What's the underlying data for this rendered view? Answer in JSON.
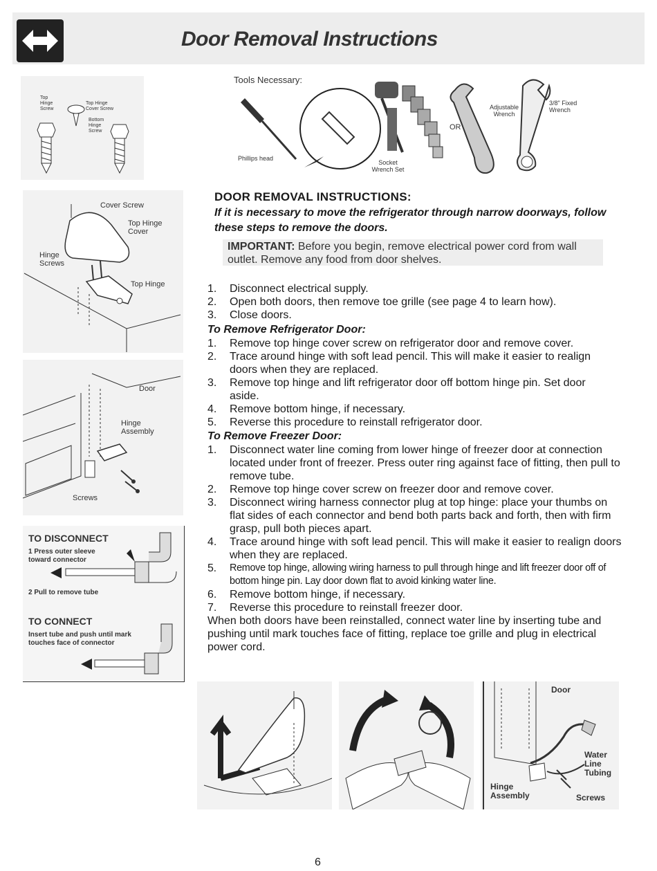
{
  "header": {
    "title": "Door Removal Instructions"
  },
  "icons": {
    "header_logo": "double-arrow-icon"
  },
  "hardware_figure": {
    "top_hinge_screw": "Top Hinge Screw",
    "top_hinge_cover_screw": "Top Hinge Cover Screw",
    "bottom_hinge_screw": "Bottom Hinge Screw"
  },
  "tools": {
    "heading": "Tools Necessary:",
    "phillips": "Phillips head",
    "socket": "Socket Wrench Set",
    "or": "OR",
    "adjustable": "Adjustable Wrench",
    "fixed": "3/8\" Fixed Wrench"
  },
  "hinge_figure": {
    "cover_screw": "Cover Screw",
    "top_hinge_cover": "Top Hinge Cover",
    "hinge_screws": "Hinge Screws",
    "top_hinge": "Top Hinge"
  },
  "bottom_hinge_figure": {
    "door": "Door",
    "hinge_assembly": "Hinge Assembly",
    "screws": "Screws"
  },
  "connect_panel": {
    "disconnect_title": "TO DISCONNECT",
    "step1": "1 Press outer sleeve toward connector",
    "step2": "2 Pull to remove tube",
    "connect_title": "TO CONNECT",
    "connect_text": "Insert tube and push until mark touches face of connector"
  },
  "main": {
    "heading": "DOOR REMOVAL INSTRUCTIONS:",
    "intro": "If it is necessary to move the refrigerator through narrow doorways, follow these steps to remove the doors.",
    "important_label": "IMPORTANT:",
    "important_text": " Before you begin, remove electrical power cord from wall outlet. Remove any food from door shelves.",
    "general_steps": [
      {
        "num": "1.",
        "text": "Disconnect electrical supply."
      },
      {
        "num": "2.",
        "text": "Open both doors, then remove toe grille (see page 4 to learn how)."
      },
      {
        "num": "3.",
        "text": "Close doors."
      }
    ],
    "fridge_heading": "To Remove Refrigerator Door:",
    "fridge_steps": [
      {
        "num": "1.",
        "text": "Remove top hinge cover screw on refrigerator door and remove cover."
      },
      {
        "num": "2.",
        "text": "Trace around hinge with soft lead pencil. This will make it easier to realign doors when they are replaced."
      },
      {
        "num": "3.",
        "text": "Remove top hinge and lift refrigerator door off bottom hinge pin. Set door aside."
      },
      {
        "num": "4.",
        "text": "Remove bottom hinge, if necessary."
      },
      {
        "num": "5.",
        "text": "Reverse this procedure to reinstall refrigerator door."
      }
    ],
    "freezer_heading": "To Remove Freezer Door:",
    "freezer_steps": [
      {
        "num": "1.",
        "text": "Disconnect water line coming from lower hinge of freezer door at connection located under front of freezer. Press outer ring against face of fitting, then pull to remove tube."
      },
      {
        "num": "2.",
        "text": "Remove top hinge cover screw on freezer door and remove cover."
      },
      {
        "num": "3.",
        "text": "Disconnect wiring harness connector plug at top hinge: place your thumbs on flat sides of each connector and bend both parts back and forth, then with firm grasp, pull both pieces apart."
      },
      {
        "num": "4.",
        "text": "Trace around hinge with soft lead pencil. This will make it easier to realign doors when they are replaced."
      },
      {
        "num": "5.",
        "text": "Remove top hinge, allowing wiring harness to pull through hinge and lift freezer door off of bottom hinge pin. Lay door down flat to avoid kinking water line."
      },
      {
        "num": "6.",
        "text": "Remove bottom hinge, if necessary."
      },
      {
        "num": "7.",
        "text": "Reverse this procedure to reinstall freezer door."
      }
    ],
    "closing": "When both doors have been reinstalled, connect water line by inserting tube and pushing until mark touches face of fitting, replace toe grille and plug in electrical power cord."
  },
  "bottom_figures": {
    "door": "Door",
    "water_line_tubing": "Water Line Tubing",
    "hinge_assembly": "Hinge Assembly",
    "screws": "Screws"
  },
  "footer": {
    "page_number": "6"
  }
}
